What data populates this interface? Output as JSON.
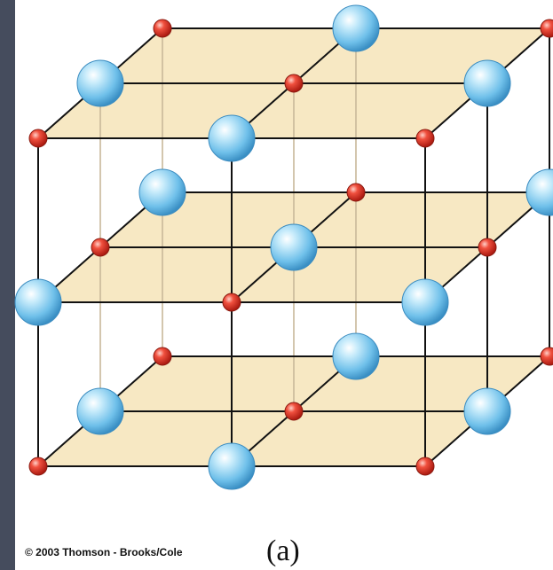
{
  "figure": {
    "credit": "© 2003 Thomson - Brooks/Cole",
    "panel_label": "(a)"
  },
  "colors": {
    "plane_fill": "#f7e8c3",
    "lattice_line": "#111111",
    "back_vertical": "#c8b89a",
    "small_ion": "#e23a2e",
    "large_ion": "#7fc8ec",
    "slide_background": "#3f4656"
  },
  "lattice": {
    "type": "rock-salt cubic crystal",
    "layers": 3,
    "ions_per_layer": 9,
    "large_ions_total": 13,
    "small_ions_total": 14
  }
}
